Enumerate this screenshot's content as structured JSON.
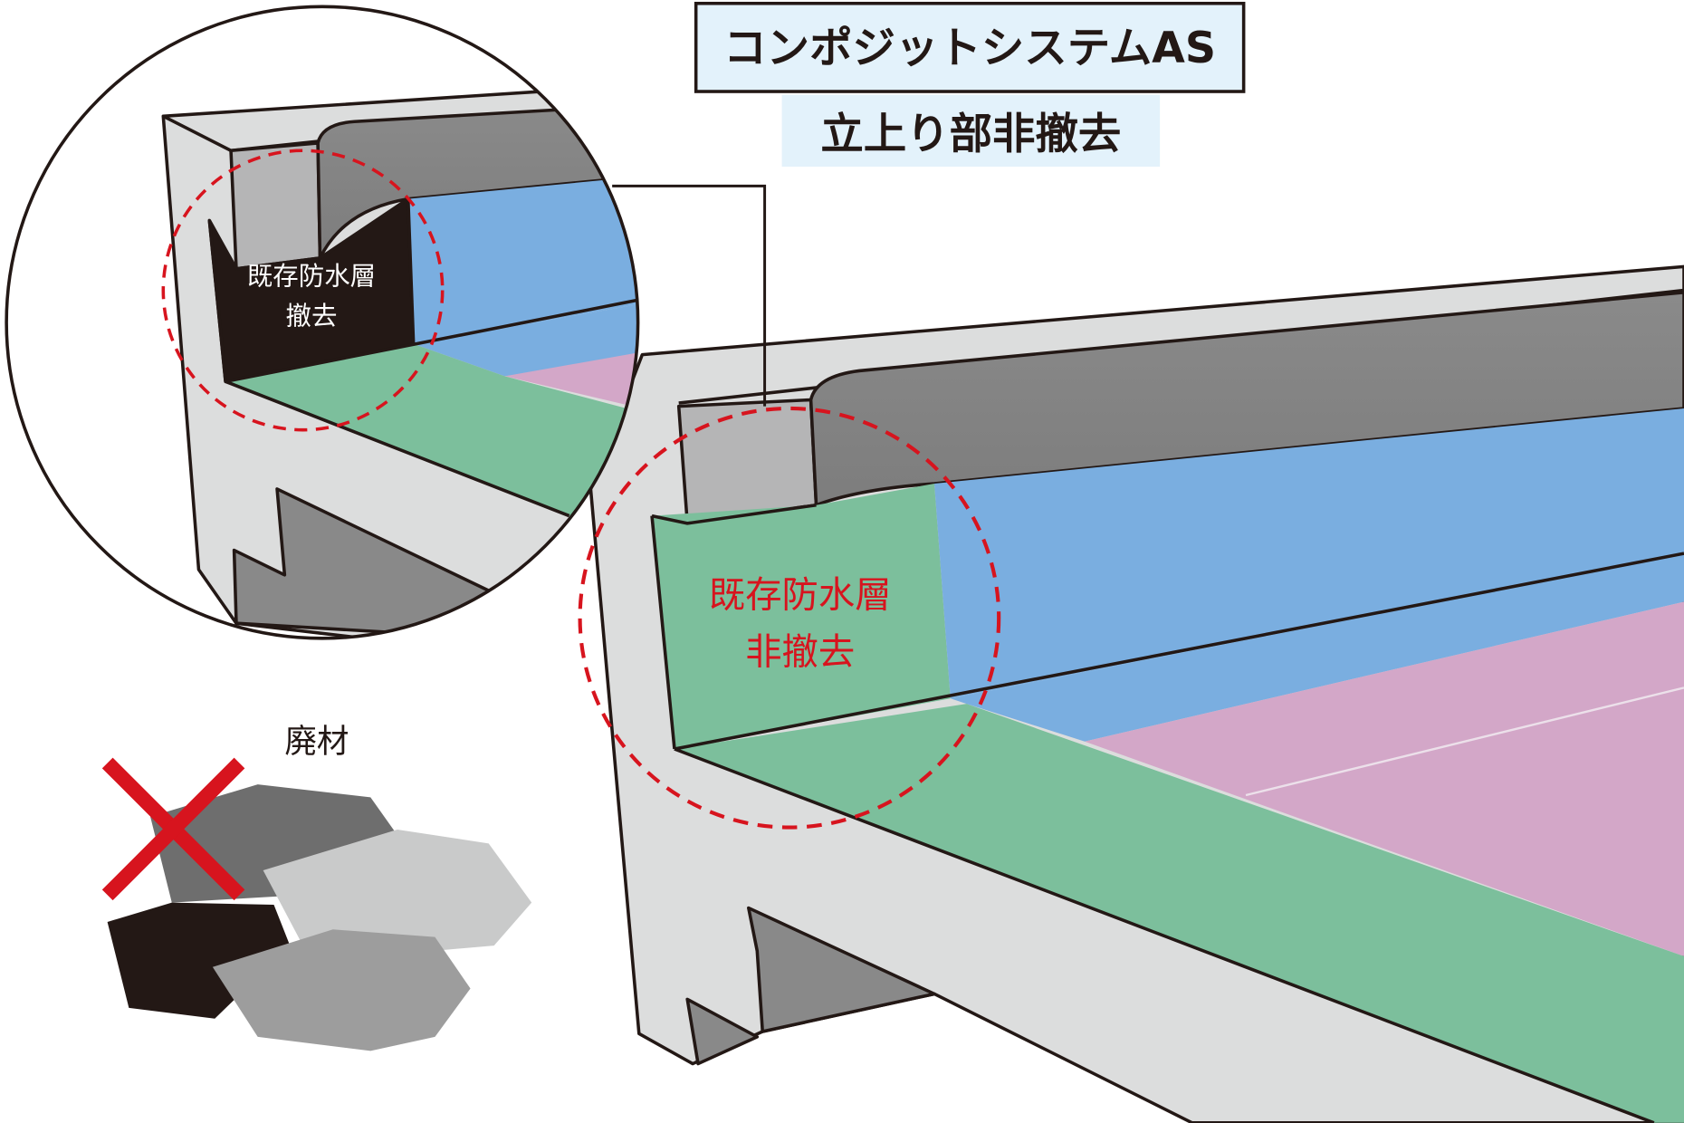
{
  "title": {
    "main": "コンポジットシステムAS",
    "sub": "立上り部非撤去"
  },
  "inset": {
    "label_line1": "既存防水層",
    "label_line2": "撤去"
  },
  "main_view": {
    "label_line1": "既存防水層",
    "label_line2": "非撤去"
  },
  "waste": {
    "label": "廃材"
  },
  "colors": {
    "concrete": "#dcdddd",
    "dark_grey": "#898989",
    "light_block": "#b5b5b6",
    "blue": "#7aaee0",
    "green": "#7cbf9c",
    "pink": "#d3a7c8",
    "black_layer": "#231815",
    "red": "#d7141e",
    "title_bg": "#e3f2fb"
  }
}
